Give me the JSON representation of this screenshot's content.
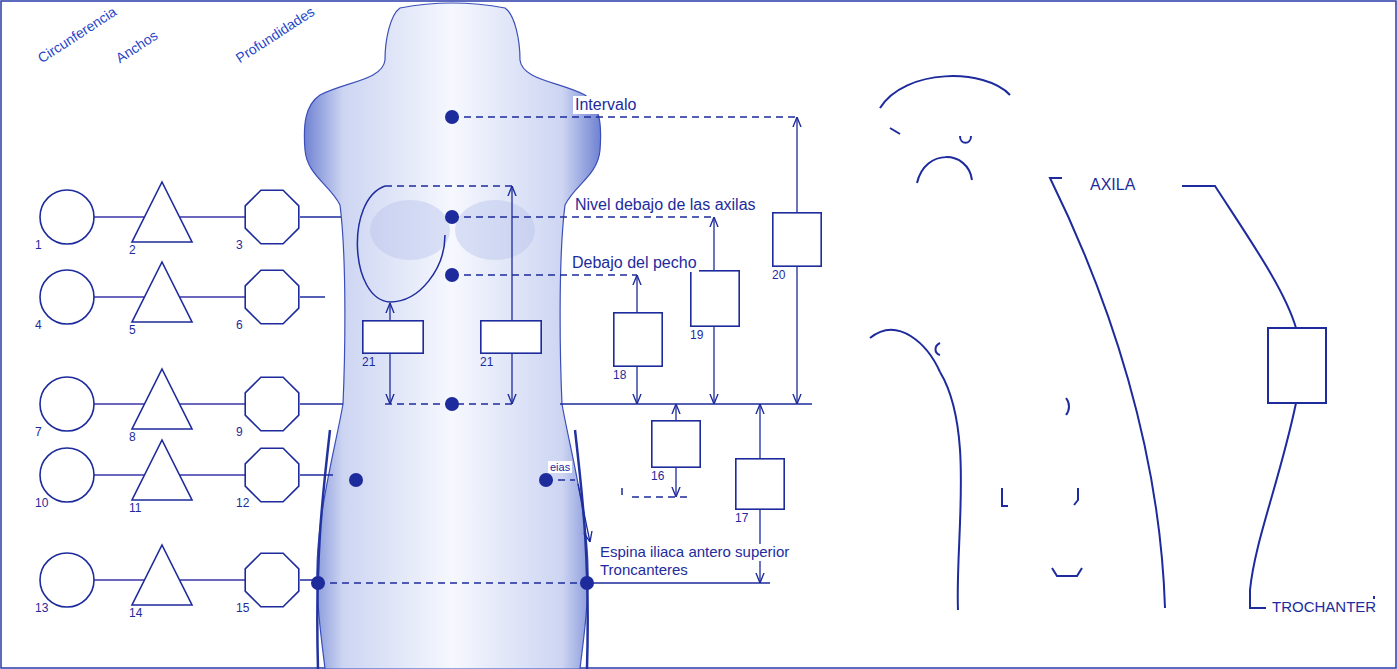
{
  "diagram": {
    "nodes": [
      {
        "text": [
          "1"
        ]
      },
      {
        "text": [
          "2"
        ]
      },
      {
        "text": [
          "3"
        ]
      },
      {
        "text": [
          "4"
        ]
      },
      {
        "text": [
          "5"
        ]
      },
      {
        "text": [
          "6"
        ]
      },
      {
        "text": [
          "7"
        ]
      },
      {
        "text": [
          "8"
        ]
      },
      {
        "text": [
          "9"
        ]
      },
      {
        "text": [
          "10"
        ]
      },
      {
        "text": [
          "11"
        ]
      },
      {
        "text": [
          "12"
        ]
      },
      {
        "text": [
          "13"
        ]
      },
      {
        "text": [
          "14"
        ]
      },
      {
        "text": [
          "15"
        ]
      },
      {
        "text": [
          "21"
        ]
      },
      {
        "text": [
          "21"
        ]
      },
      {
        "text": [
          "18"
        ]
      },
      {
        "text": [
          "19"
        ]
      },
      {
        "text": [
          "20"
        ]
      },
      {
        "text": [
          "16"
        ]
      },
      {
        "text": [
          "17"
        ]
      }
    ],
    "edges": [
      {
        "from": 0,
        "to": 1,
        "arrow": "none"
      },
      {
        "from": 1,
        "to": 2,
        "arrow": "none"
      },
      {
        "from": 3,
        "to": 4,
        "arrow": "none"
      },
      {
        "from": 4,
        "to": 5,
        "arrow": "none"
      },
      {
        "from": 6,
        "to": 7,
        "arrow": "none"
      },
      {
        "from": 7,
        "to": 8,
        "arrow": "none"
      },
      {
        "from": 9,
        "to": 10,
        "arrow": "none"
      },
      {
        "from": 10,
        "to": 11,
        "arrow": "none"
      },
      {
        "from": 12,
        "to": 13,
        "arrow": "none"
      },
      {
        "from": 13,
        "to": 14,
        "arrow": "none"
      }
    ],
    "labels": [
      "Circunferencia",
      "Anchos",
      "Profundidades",
      "Intervalo",
      "Nivel debajo de las axilas",
      "Debajo del pecho",
      "eias",
      "Espina iliaca antero superior",
      "Troncanteres",
      "AXILA",
      "TROCHANTER"
    ]
  }
}
